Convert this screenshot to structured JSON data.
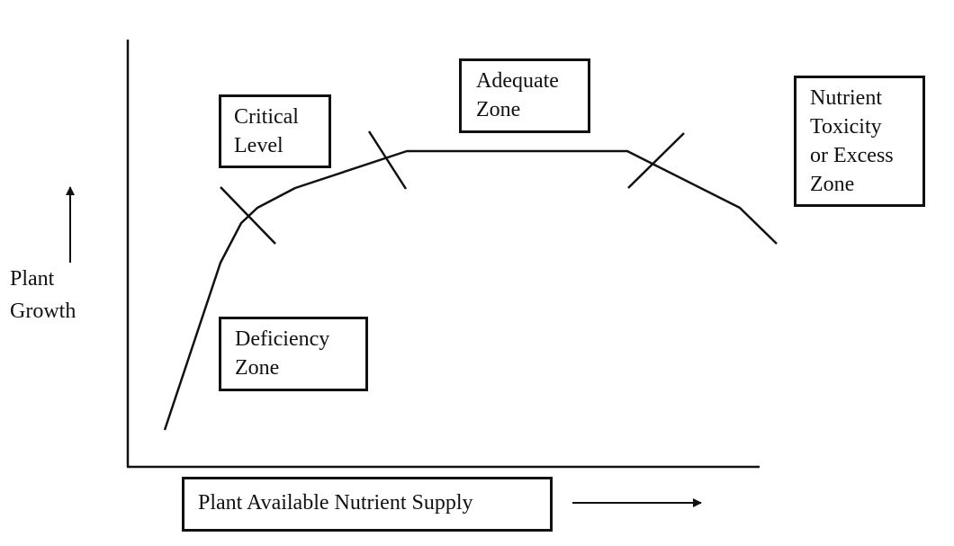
{
  "labels": {
    "critical_level": [
      "Critical",
      "Level"
    ],
    "adequate_zone": [
      "Adequate",
      "Zone"
    ],
    "toxicity_zone": [
      "Nutrient",
      "Toxicity",
      "or Excess",
      "Zone"
    ],
    "deficiency_zone": [
      "Deficiency",
      "Zone"
    ],
    "x_axis": "Plant Available Nutrient Supply",
    "y_axis": [
      "Plant",
      "Growth"
    ]
  },
  "colors": {
    "line": "#111111",
    "background": "#ffffff"
  },
  "icons": {
    "y_arrow": "arrow-up-icon",
    "x_arrow": "arrow-right-icon"
  }
}
